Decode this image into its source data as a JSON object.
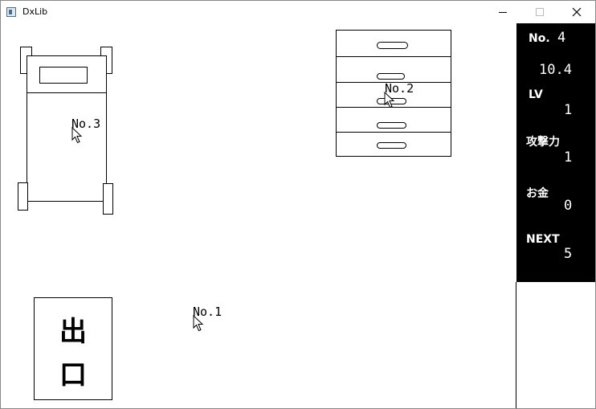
{
  "window": {
    "title": "DxLib"
  },
  "objects": {
    "bed_label": "No.3",
    "drawer_label": "No.2",
    "player_label": "No.1",
    "exit_line1": "出",
    "exit_line2": "口"
  },
  "status": {
    "no_label": "No.",
    "no_value": "4",
    "time_value": "10.4",
    "lv_label": "LV",
    "lv_value": "1",
    "attack_label": "攻撃力",
    "attack_value": "1",
    "money_label": "お金",
    "money_value": "0",
    "next_label": "NEXT",
    "next_value": "5"
  },
  "icons": {
    "app": "window-app-icon",
    "minimize": "minimize-icon",
    "maximize": "maximize-icon",
    "close": "close-icon",
    "cursor": "mouse-cursor-icon"
  }
}
